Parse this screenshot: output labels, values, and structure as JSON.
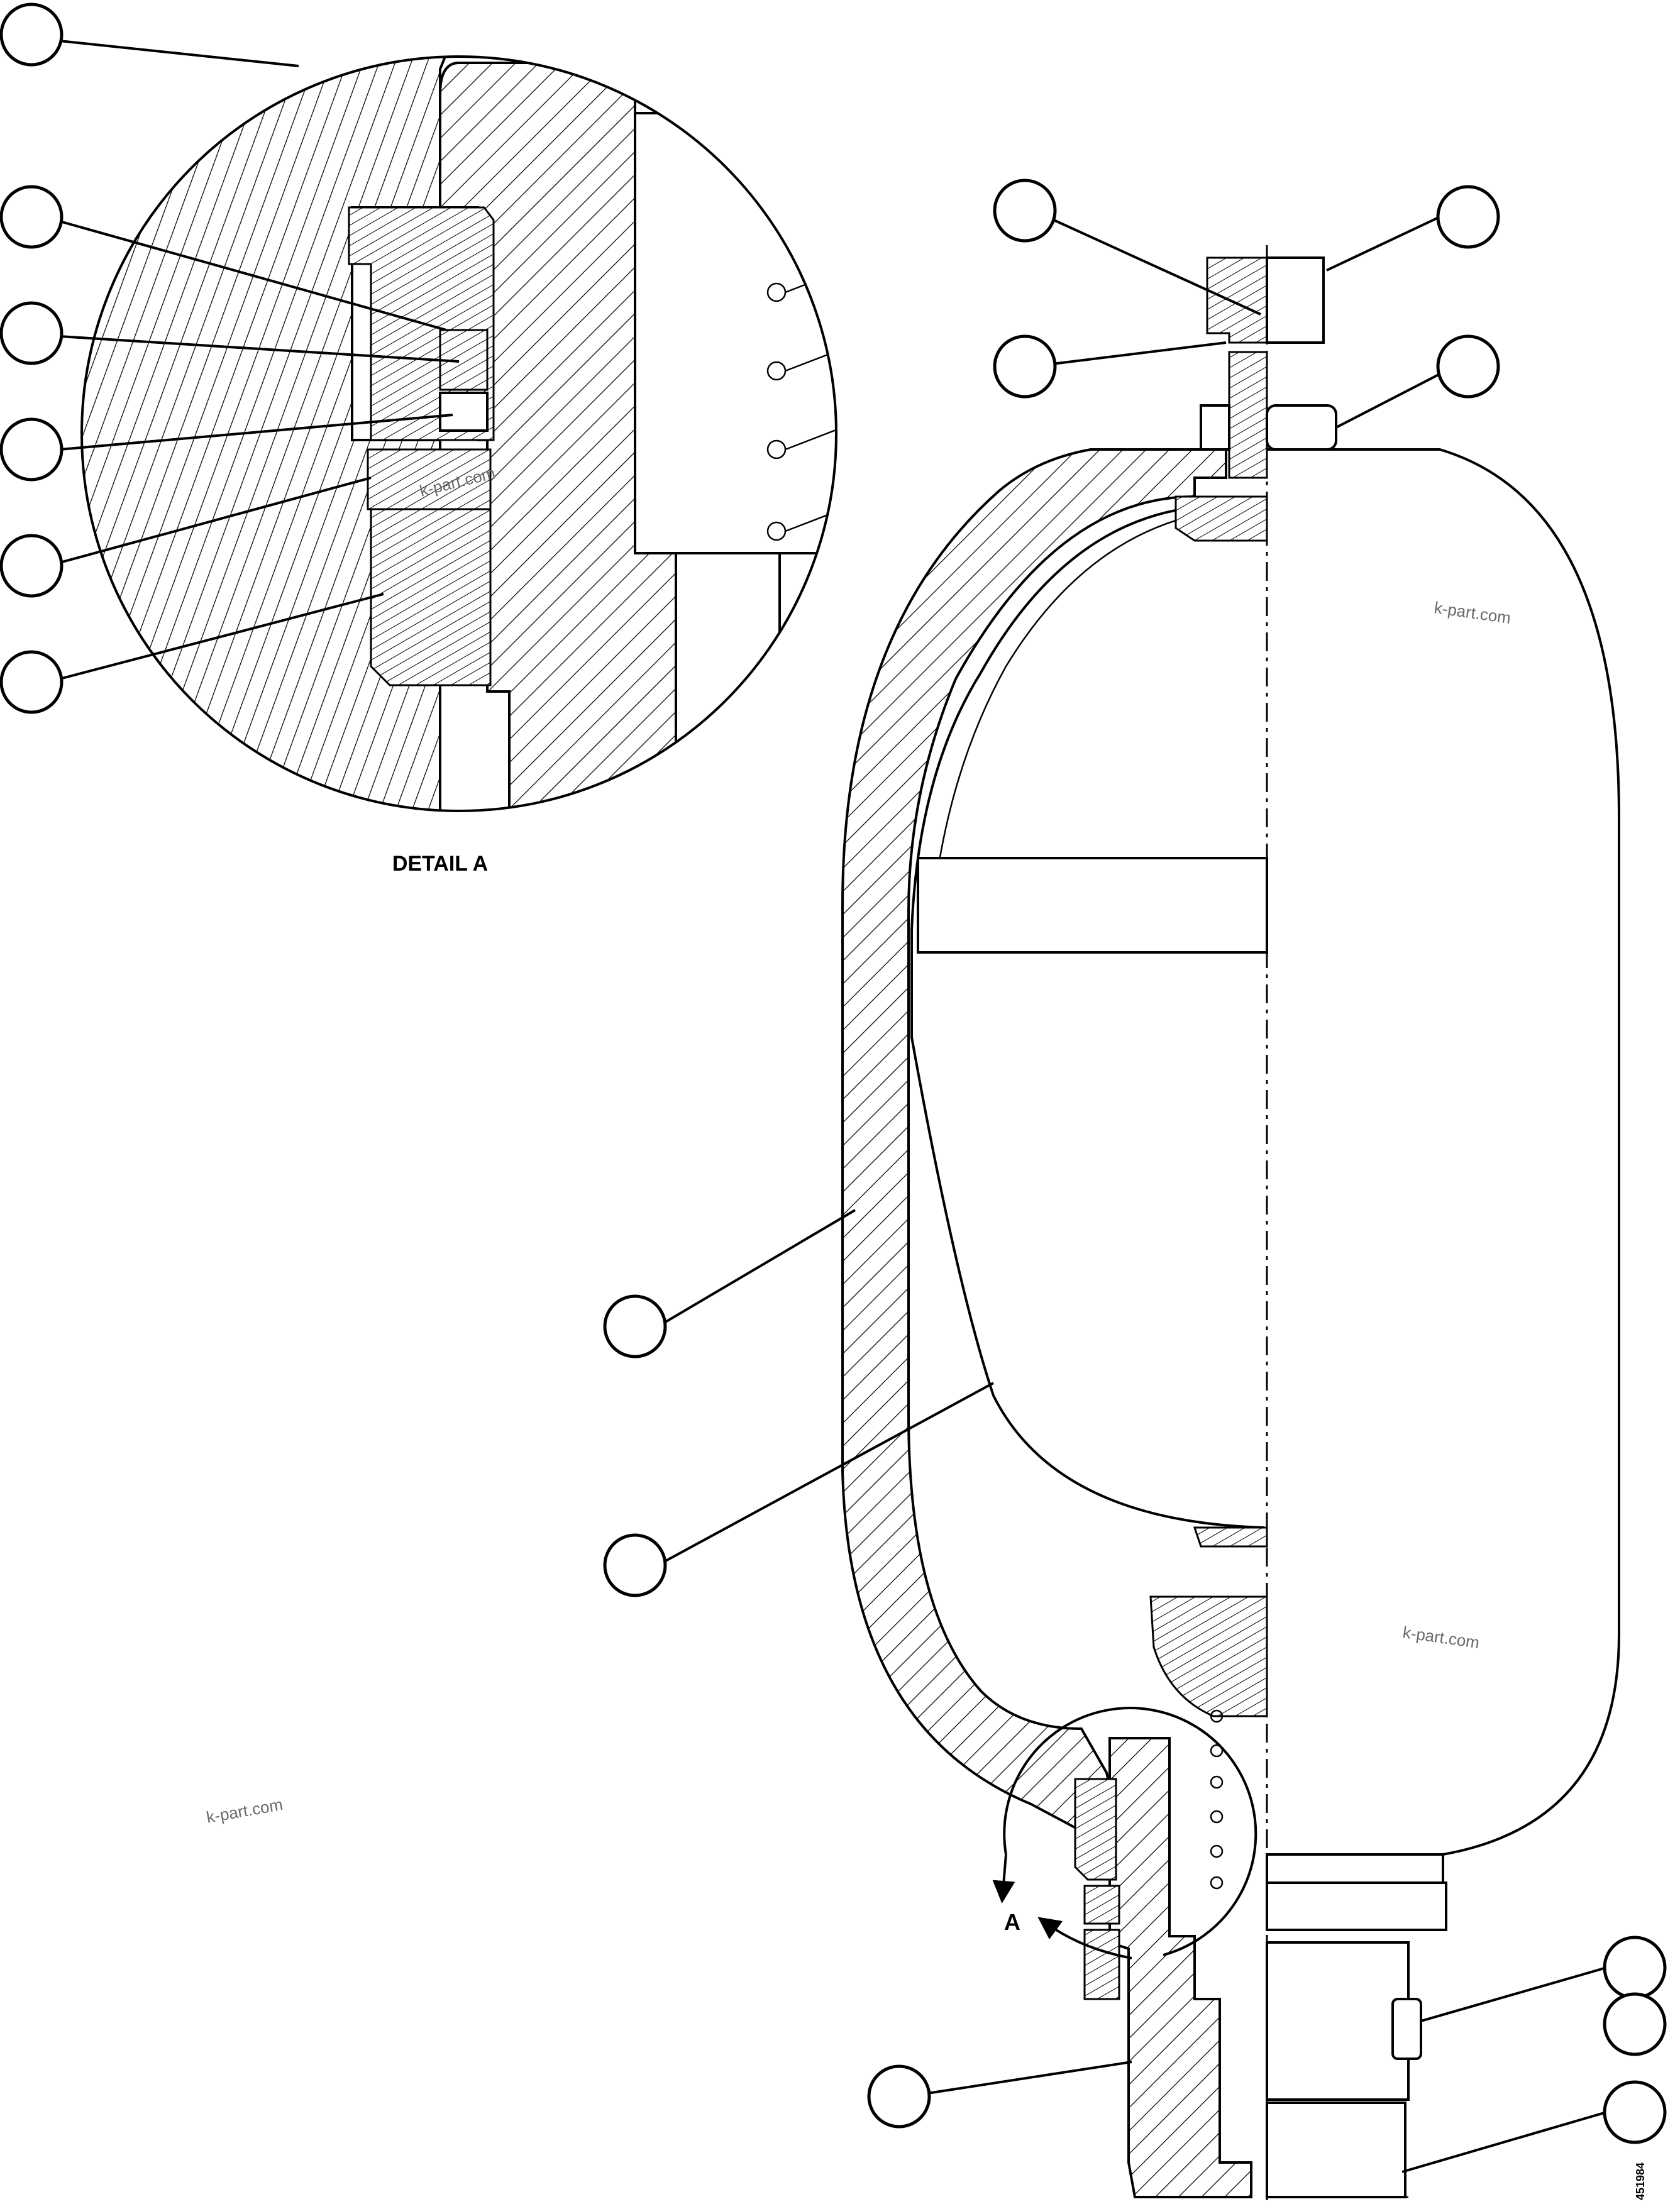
{
  "detail_label": "DETAIL A",
  "section_marker": "A",
  "drawing_number": "451984",
  "watermark": "k-part.com",
  "callouts": [
    {
      "id": "d1",
      "label": ""
    },
    {
      "id": "d2",
      "label": ""
    },
    {
      "id": "d3",
      "label": ""
    },
    {
      "id": "d4",
      "label": ""
    },
    {
      "id": "d5",
      "label": ""
    },
    {
      "id": "d6",
      "label": ""
    },
    {
      "id": "m1",
      "label": ""
    },
    {
      "id": "m2",
      "label": ""
    },
    {
      "id": "m3",
      "label": ""
    },
    {
      "id": "m4",
      "label": ""
    },
    {
      "id": "m5",
      "label": ""
    },
    {
      "id": "m6",
      "label": ""
    },
    {
      "id": "m7",
      "label": ""
    },
    {
      "id": "m8",
      "label": ""
    },
    {
      "id": "m9",
      "label": ""
    },
    {
      "id": "m10",
      "label": ""
    }
  ]
}
